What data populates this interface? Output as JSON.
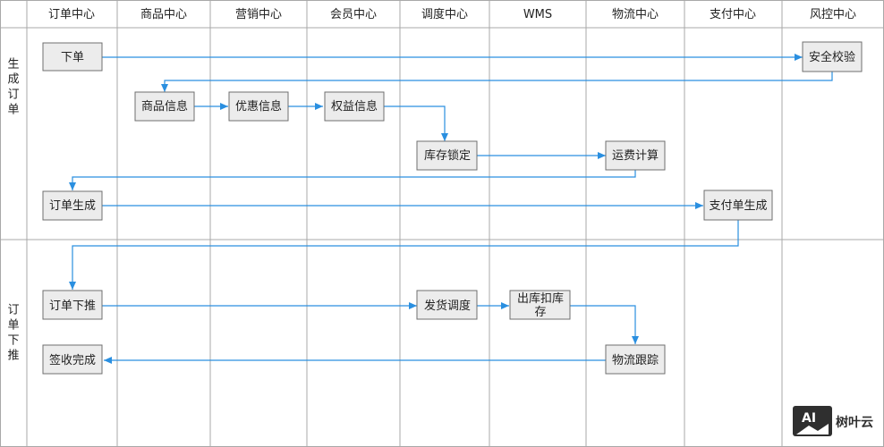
{
  "columns": [
    "订单中心",
    "商品中心",
    "营销中心",
    "会员中心",
    "调度中心",
    "WMS",
    "物流中心",
    "支付中心",
    "风控中心"
  ],
  "lanes": [
    "生成订单",
    "订单下推"
  ],
  "nodes": {
    "place_order": "下单",
    "security_check": "安全校验",
    "product_info": "商品信息",
    "discount_info": "优惠信息",
    "benefit_info": "权益信息",
    "inventory_lock": "库存锁定",
    "freight_calc": "运费计算",
    "order_generate": "订单生成",
    "payment_generate": "支付单生成",
    "order_push": "订单下推",
    "delivery_dispatch": "发货调度",
    "outbound_deduct": [
      "出库扣库",
      "存"
    ],
    "logistics_track": "物流跟踪",
    "receipt_complete": "签收完成"
  },
  "logo": {
    "mark": "AI",
    "text": "树叶云"
  },
  "colors": {
    "flow": "#2a8fe0",
    "node_fill": "#ececec",
    "node_border": "#6f6f6f",
    "grid": "#a8a8a8"
  }
}
